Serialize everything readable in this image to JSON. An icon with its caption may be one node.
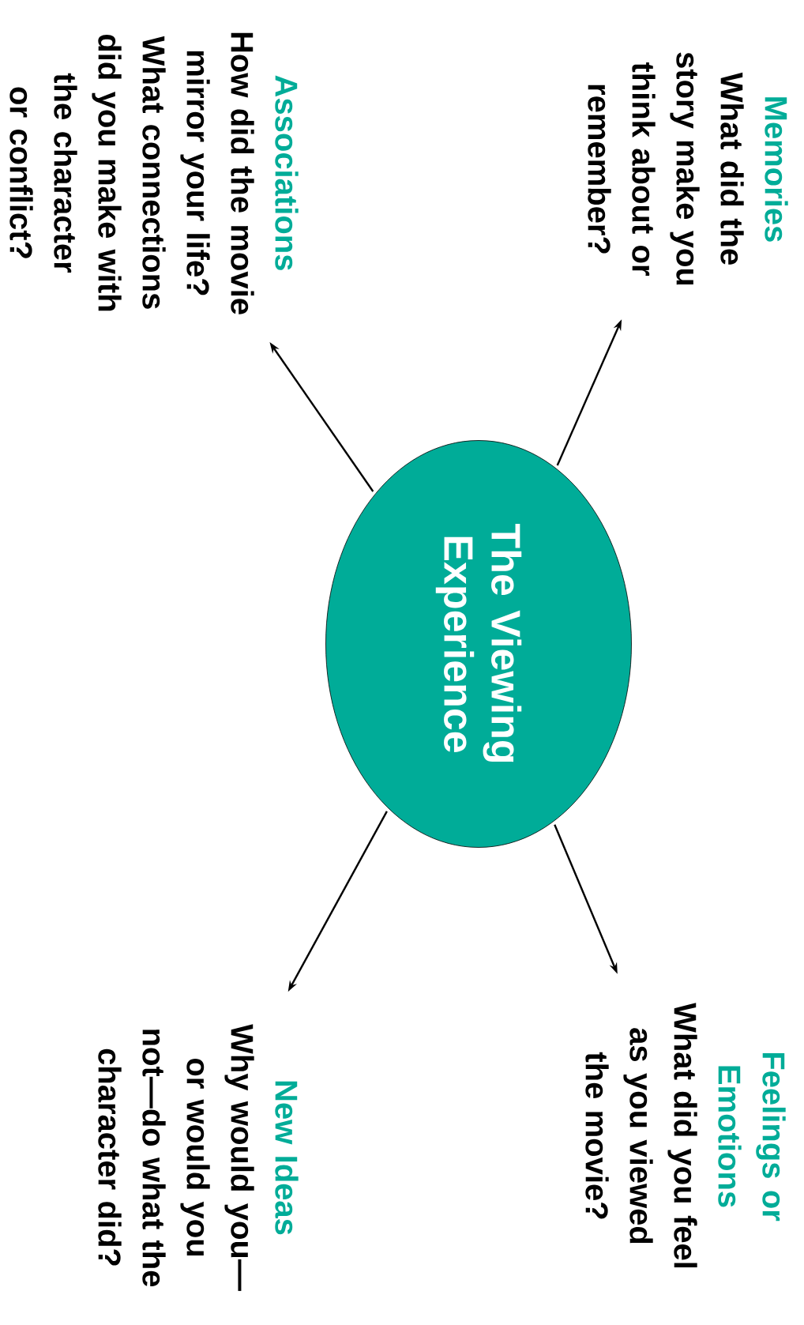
{
  "diagram": {
    "nodes": [
      {
        "text": [
          "The Viewing Experience"
        ]
      },
      {
        "text": [
          "Memories",
          "What did the story make you think about or remember?"
        ]
      },
      {
        "text": [
          "Feelings or Emotions",
          "What did you feel as you viewed the movie?"
        ]
      },
      {
        "text": [
          "Associations",
          "How did the movie mirror your life? What connections did you make with the character or conflict?"
        ]
      },
      {
        "text": [
          "New Ideas",
          "Why would you—or would you not—do what the character did?"
        ]
      }
    ],
    "edges": [
      {
        "from": 0,
        "to": 1,
        "arrow": "to"
      },
      {
        "from": 0,
        "to": 2,
        "arrow": "to"
      },
      {
        "from": 0,
        "to": 3,
        "arrow": "to"
      },
      {
        "from": 0,
        "to": 4,
        "arrow": "to"
      }
    ]
  }
}
